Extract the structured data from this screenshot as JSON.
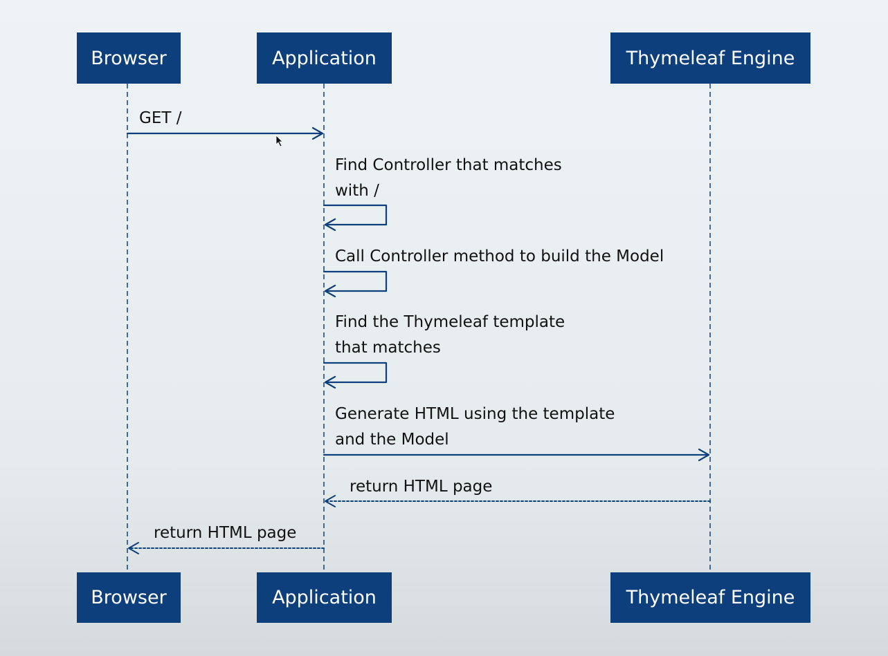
{
  "participants": [
    {
      "id": "browser",
      "label": "Browser"
    },
    {
      "id": "application",
      "label": "Application"
    },
    {
      "id": "engine",
      "label": "Thymeleaf Engine"
    }
  ],
  "messages": [
    {
      "from": "browser",
      "to": "application",
      "type": "sync",
      "lines": [
        "GET /"
      ]
    },
    {
      "from": "application",
      "to": "application",
      "type": "self",
      "lines": [
        "Find Controller that matches",
        "with /"
      ]
    },
    {
      "from": "application",
      "to": "application",
      "type": "self",
      "lines": [
        "Call Controller method to build the Model"
      ]
    },
    {
      "from": "application",
      "to": "application",
      "type": "self",
      "lines": [
        "Find the Thymeleaf template",
        "that matches"
      ]
    },
    {
      "from": "application",
      "to": "engine",
      "type": "sync",
      "lines": [
        "Generate HTML using the template",
        "and the Model"
      ]
    },
    {
      "from": "engine",
      "to": "application",
      "type": "return",
      "lines": [
        "return HTML page"
      ]
    },
    {
      "from": "application",
      "to": "browser",
      "type": "return",
      "lines": [
        "return HTML page"
      ]
    }
  ],
  "colors": {
    "box": "#0d3f7c",
    "line": "#0d3f7c",
    "text": "#111111",
    "box_text": "#ffffff"
  },
  "icons": {
    "cursor": "mouse-pointer-icon"
  }
}
